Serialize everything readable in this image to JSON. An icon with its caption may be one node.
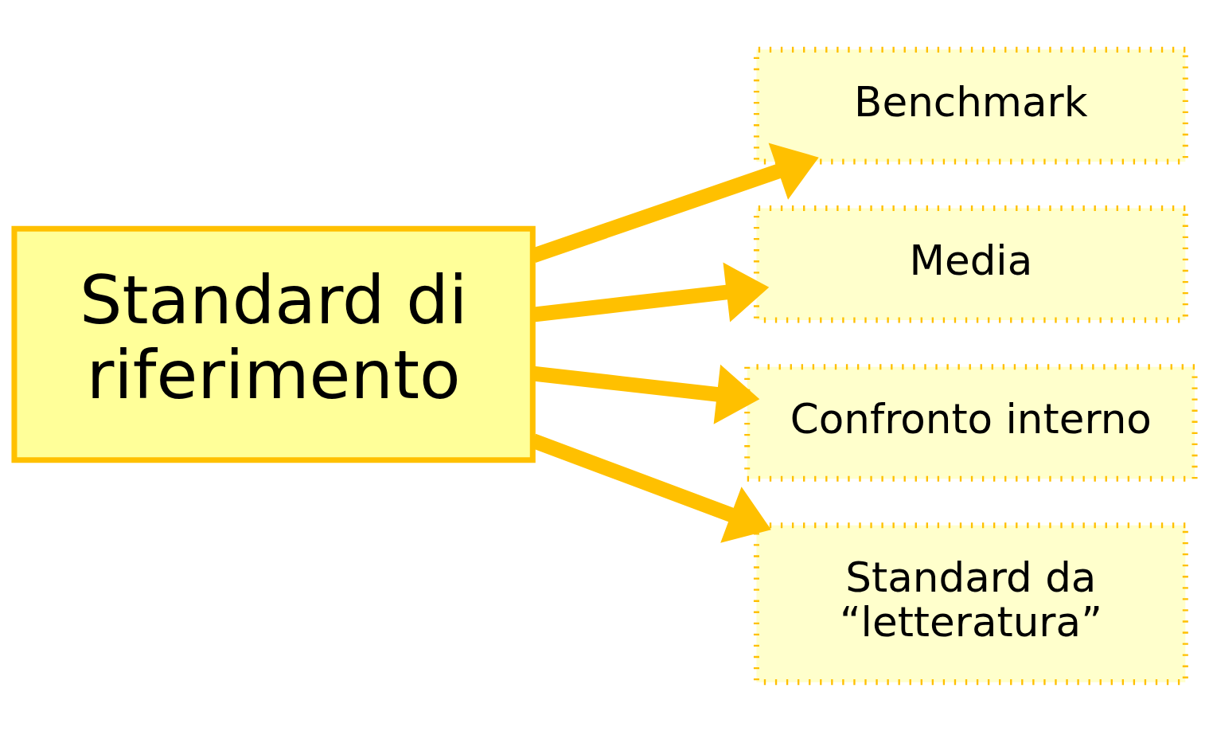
{
  "diagram": {
    "nodes": [
      {
        "text": [
          "Standard di riferimento"
        ]
      },
      {
        "text": [
          "Benchmark"
        ]
      },
      {
        "text": [
          "Media"
        ]
      },
      {
        "text": [
          "Confronto interno"
        ]
      },
      {
        "text": [
          "Standard da “letteratura”"
        ]
      }
    ],
    "edges": [
      {
        "from": 0,
        "to": 1,
        "arrow": "to"
      },
      {
        "from": 0,
        "to": 2,
        "arrow": "to"
      },
      {
        "from": 0,
        "to": 3,
        "arrow": "to"
      },
      {
        "from": 0,
        "to": 4,
        "arrow": "to"
      }
    ]
  }
}
